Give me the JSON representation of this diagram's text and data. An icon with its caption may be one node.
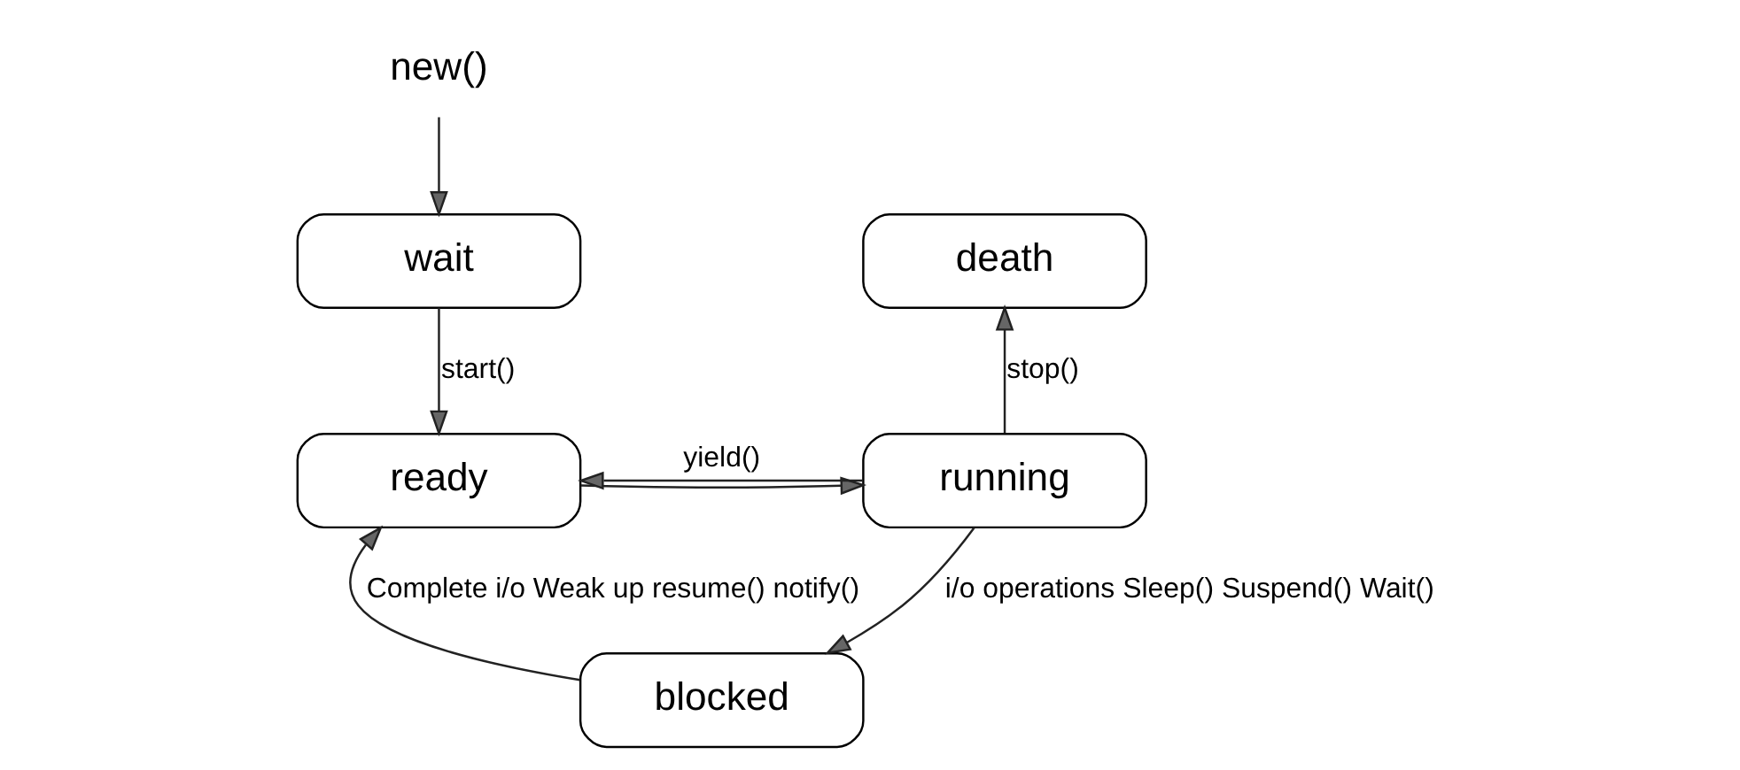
{
  "diagram": {
    "nodes": [
      {
        "text": [
          "new()"
        ]
      },
      {
        "text": [
          "wait"
        ]
      },
      {
        "text": [
          "ready"
        ]
      },
      {
        "text": [
          "running"
        ]
      },
      {
        "text": [
          "death"
        ]
      },
      {
        "text": [
          "blocked"
        ]
      }
    ],
    "edges": [
      {
        "from": 0,
        "to": 1,
        "arrow": "to"
      },
      {
        "from": 1,
        "to": 2,
        "arrow": "to",
        "label": "start()"
      },
      {
        "from": 2,
        "to": 3,
        "arrow": "to"
      },
      {
        "from": 3,
        "to": 2,
        "arrow": "to",
        "label": "yield()"
      },
      {
        "from": 3,
        "to": 4,
        "arrow": "to",
        "label": "stop()"
      },
      {
        "from": 3,
        "to": 5,
        "arrow": "to",
        "label": "i/o operations Sleep() Suspend() Wait()"
      },
      {
        "from": 5,
        "to": 2,
        "arrow": "to",
        "label": "Complete i/o Weak up resume() notify()"
      }
    ]
  }
}
